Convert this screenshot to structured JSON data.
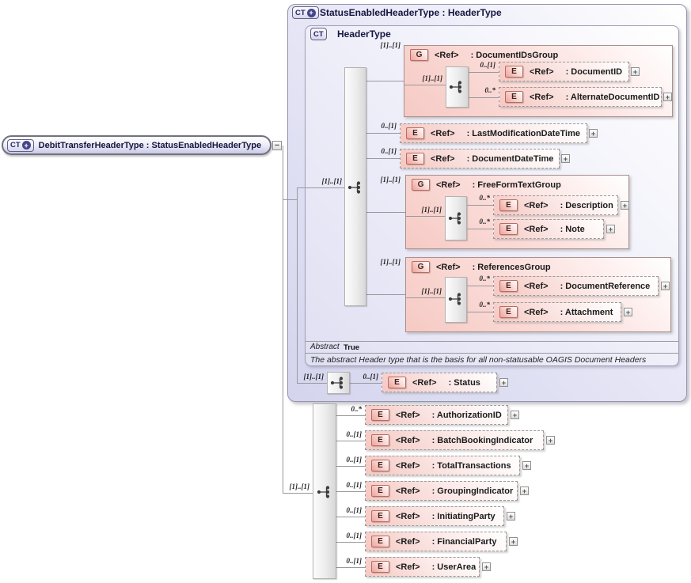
{
  "glyphs": {
    "ct": "CT",
    "element": "E",
    "group": "G",
    "ref": "<Ref>",
    "plus": "+",
    "minus": "−"
  },
  "colors": {
    "container_fill": "#dcdcf0",
    "element_fill": "#f5c8c2",
    "element_badge_border": "#bb6a61",
    "ct_badge_fill": "#d6d6ef",
    "connector": "#98989e"
  },
  "root_node": {
    "label": "DebitTransferHeaderType : StatusEnabledHeaderType"
  },
  "outer_container": {
    "title": "StatusEnabledHeaderType : HeaderType"
  },
  "header_type": {
    "title": "HeaderType",
    "sequence_card": "[1]..[1]",
    "abstract_label": "Abstract",
    "abstract_value": "True",
    "annotation": "The abstract Header type that is the basis for all non-statusable OAGIS Document Headers",
    "document_ids_group": {
      "card": "[1]..[1]",
      "name": ": DocumentIDsGroup",
      "sequence_card": "[1]..[1]",
      "document_id": {
        "card": "0..[1]",
        "name": ": DocumentID"
      },
      "alternate_document_id": {
        "card": "0..*",
        "name": ": AlternateDocumentID"
      }
    },
    "last_modification_date_time": {
      "card": "0..[1]",
      "name": ": LastModificationDateTime"
    },
    "document_date_time": {
      "card": "0..[1]",
      "name": ": DocumentDateTime"
    },
    "free_form_text_group": {
      "card": "[1]..[1]",
      "name": ": FreeFormTextGroup",
      "sequence_card": "[1]..[1]",
      "description": {
        "card": "0..*",
        "name": ": Description"
      },
      "note": {
        "card": "0..*",
        "name": ": Note"
      }
    },
    "references_group": {
      "card": "[1]..[1]",
      "name": ": ReferencesGroup",
      "sequence_card": "[1]..[1]",
      "document_reference": {
        "card": "0..*",
        "name": ": DocumentReference"
      },
      "attachment": {
        "card": "0..*",
        "name": ": Attachment"
      }
    }
  },
  "status": {
    "sequence_card": "[1]..[1]",
    "card": "0..[1]",
    "name": ": Status"
  },
  "debit_transfer": {
    "sequence_card": "[1]..[1]",
    "authorization_id": {
      "card": "0..*",
      "name": ": AuthorizationID"
    },
    "batch_booking_indicator": {
      "card": "0..[1]",
      "name": ": BatchBookingIndicator"
    },
    "total_transactions": {
      "card": "0..[1]",
      "name": ": TotalTransactions"
    },
    "grouping_indicator": {
      "card": "0..[1]",
      "name": ": GroupingIndicator"
    },
    "initiating_party": {
      "card": "0..[1]",
      "name": ": InitiatingParty"
    },
    "financial_party": {
      "card": "0..[1]",
      "name": ": FinancialParty"
    },
    "user_area": {
      "card": "0..[1]",
      "name": ": UserArea"
    }
  }
}
